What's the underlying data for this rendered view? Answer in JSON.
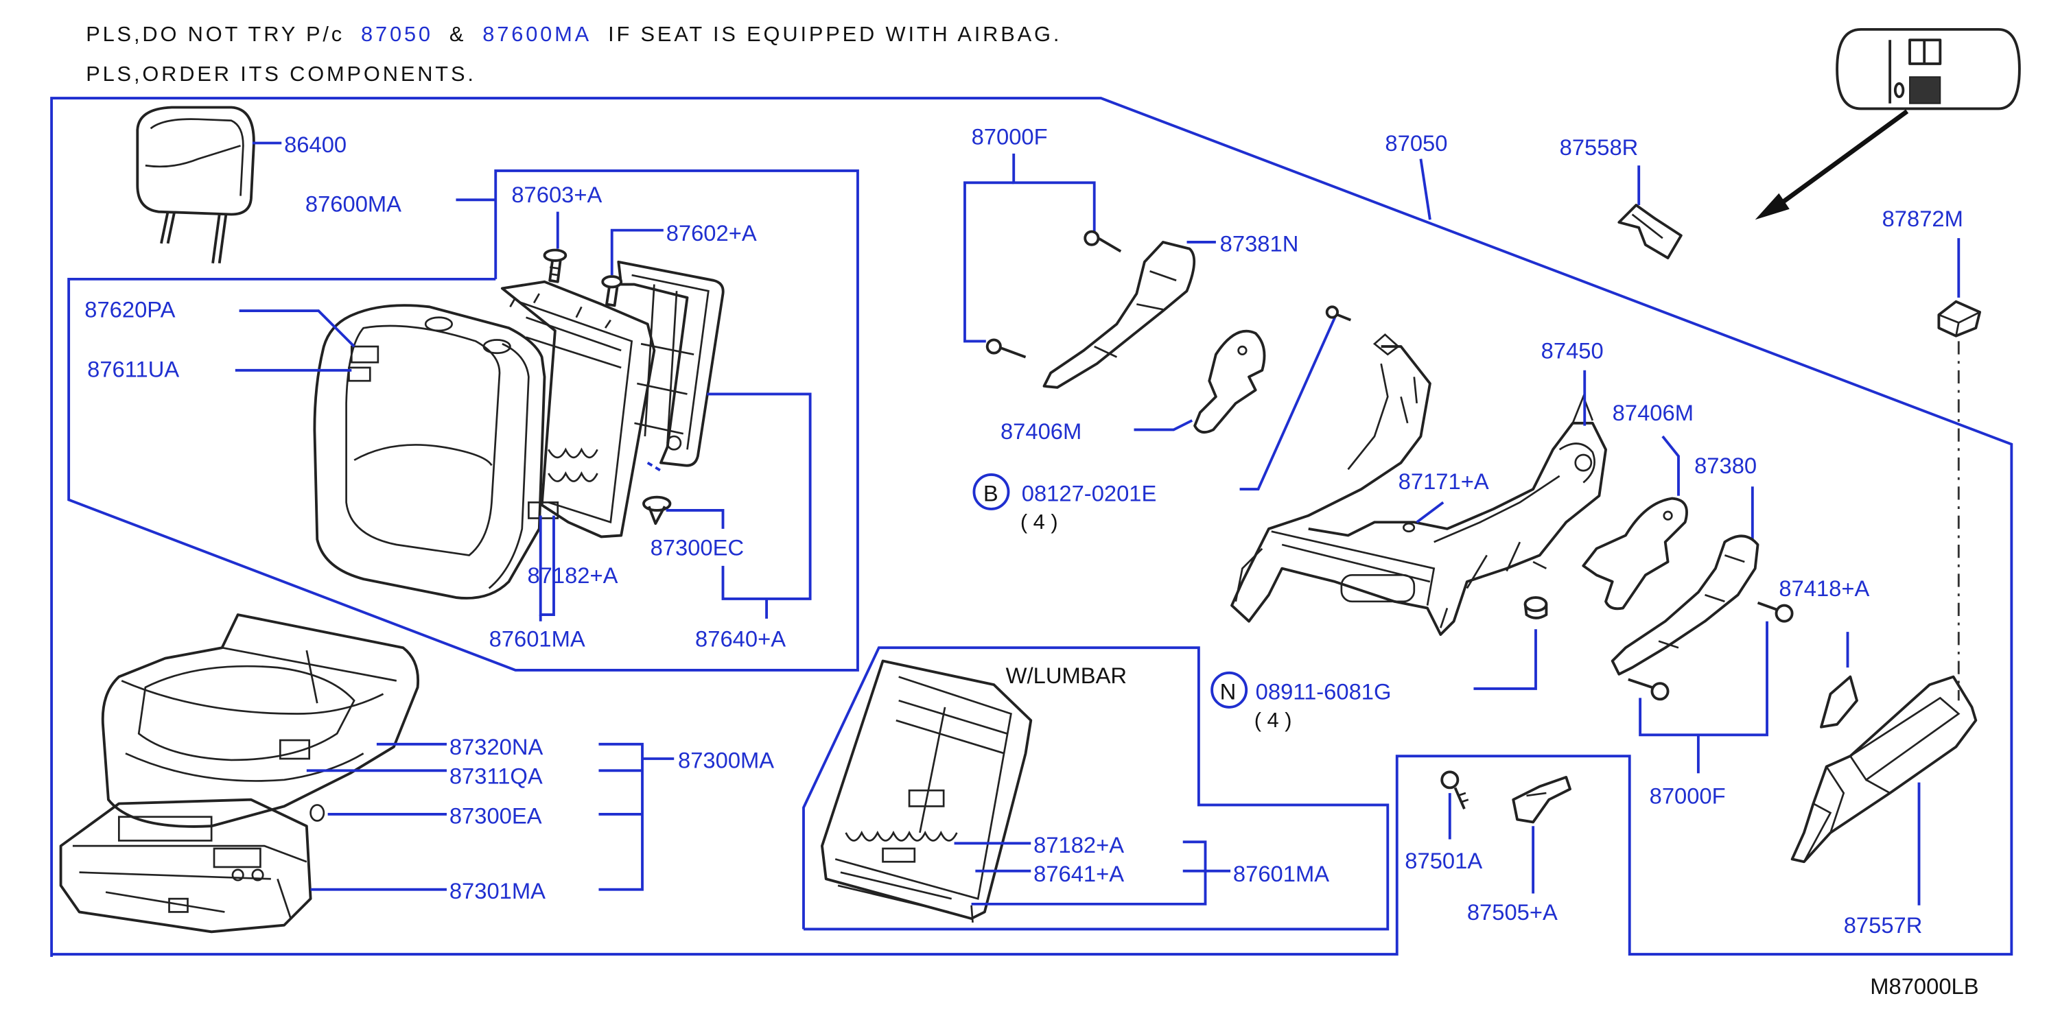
{
  "note": {
    "line1_pre": "PLS,DO NOT TRY P/c",
    "part_a": "87050",
    "amp": "&",
    "part_b": "87600MA",
    "line1_post": "IF SEAT IS EQUIPPED WITH AIRBAG.",
    "line2": "PLS,ORDER ITS COMPONENTS."
  },
  "diagram_code": "M87000LB",
  "box_title_lumbar": "W/LUMBAR",
  "callouts": {
    "p86400": "86400",
    "p87600MA": "87600MA",
    "p87603A": "87603+A",
    "p87602A": "87602+A",
    "p87620PA": "87620PA",
    "p87611UA": "87611UA",
    "p87182A_top": "87182+A",
    "p87300EC": "87300EC",
    "p87601MA_top": "87601MA",
    "p87640A": "87640+A",
    "p87320NA": "87320NA",
    "p87311QA": "87311QA",
    "p87300MA": "87300MA",
    "p87300EA": "87300EA",
    "p87301MA": "87301MA",
    "p87182A_lumbar": "87182+A",
    "p87641A": "87641+A",
    "p87601MA_lumbar": "87601MA",
    "p87000F_top": "87000F",
    "p87381N": "87381N",
    "p87406M_left": "87406M",
    "bolt_b_code": "08127-0201E",
    "bolt_b_letter": "B",
    "bolt_b_qty": "( 4 )",
    "p87050": "87050",
    "p87558R": "87558R",
    "p87450": "87450",
    "p87171A": "87171+A",
    "p87406M_right": "87406M",
    "p87380": "87380",
    "p87418A": "87418+A",
    "nut_n_letter": "N",
    "nut_n_code": "08911-6081G",
    "nut_n_qty": "( 4 )",
    "p87000F_bottom": "87000F",
    "p87501A": "87501A",
    "p87505A": "87505+A",
    "p87872M": "87872M",
    "p87557R": "87557R"
  }
}
